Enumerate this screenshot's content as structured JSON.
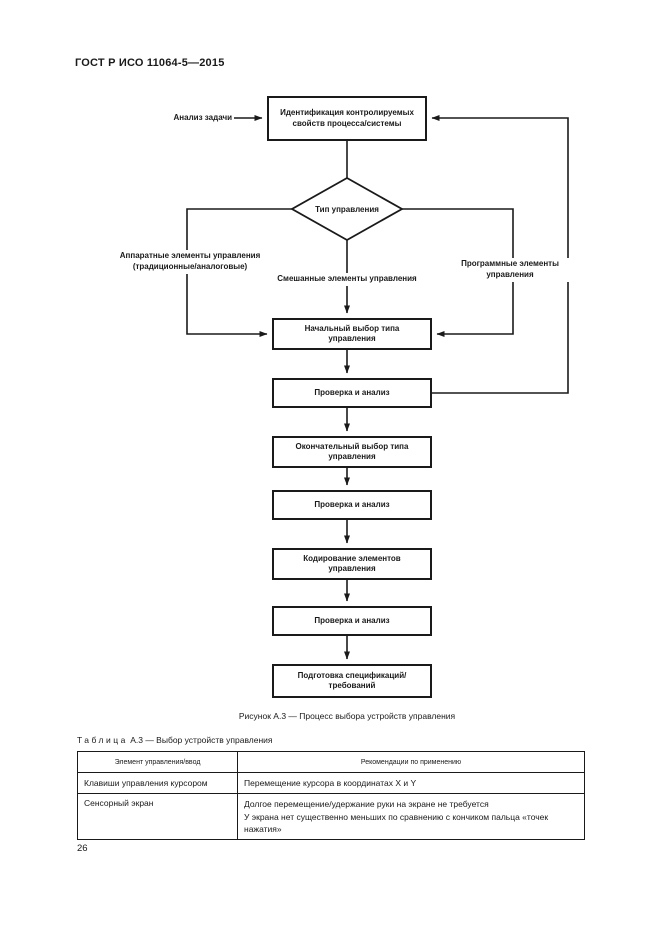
{
  "page": {
    "header": "ГОСТ Р ИСО 11064-5—2015",
    "page_number": "26"
  },
  "flowchart": {
    "nodes": {
      "identification": "Идентификация контролируемых свойств процесса/системы",
      "task_analysis": "Анализ задачи",
      "control_type": "Тип управления",
      "hardware": "Аппаратные элементы управления (традиционные/аналоговые)",
      "mixed": "Смешанные элементы управления",
      "software": "Программные элементы управления",
      "initial_choice": "Начальный выбор типа управления",
      "check1": "Проверка и анализ",
      "final_choice": "Окончательный выбор типа управления",
      "check2": "Проверка и анализ",
      "coding": "Кодирование элементов управления",
      "check3": "Проверка и анализ",
      "specs": "Подготовка спецификаций/требований"
    },
    "caption": "Рисунок А.3 — Процесс выбора устройств управления"
  },
  "table": {
    "label_word": "Таблица",
    "title": "А.3 — Выбор устройств управления",
    "headers": [
      "Элемент управления/ввод",
      "Рекомендации по применению"
    ],
    "rows": [
      {
        "element": "Клавиши управления курсором",
        "lines": [
          "Перемещение курсора в координатах X и Y"
        ]
      },
      {
        "element": "Сенсорный экран",
        "lines": [
          "Долгое перемещение/удержание руки на экране не требуется",
          "У экрана нет существенно меньших по сравнению с кончиком пальца «точек нажатия»"
        ]
      }
    ]
  }
}
